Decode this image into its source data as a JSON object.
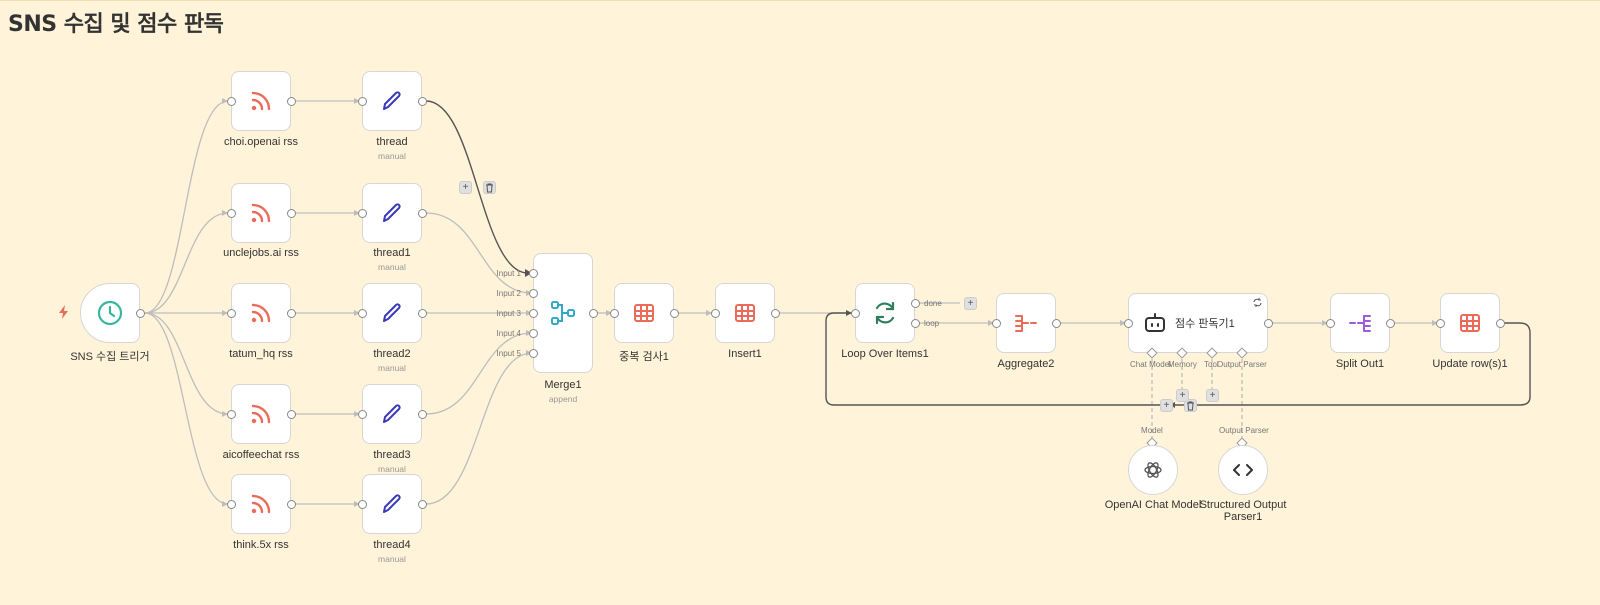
{
  "workflow": {
    "title": "SNS 수집 및 점수 판독"
  },
  "nodes": {
    "trigger": {
      "label": "SNS 수집 트리거"
    },
    "rss1": {
      "label": "choi.openai rss"
    },
    "rss2": {
      "label": "unclejobs.ai rss"
    },
    "rss3": {
      "label": "tatum_hq rss"
    },
    "rss4": {
      "label": "aicoffeechat rss"
    },
    "rss5": {
      "label": "think.5x rss"
    },
    "thread0": {
      "label": "thread",
      "sub": "manual"
    },
    "thread1": {
      "label": "thread1",
      "sub": "manual"
    },
    "thread2": {
      "label": "thread2",
      "sub": "manual"
    },
    "thread3": {
      "label": "thread3",
      "sub": "manual"
    },
    "thread4": {
      "label": "thread4",
      "sub": "manual"
    },
    "merge": {
      "label": "Merge1",
      "sub": "append",
      "inputs": [
        "Input 1",
        "Input 2",
        "Input 3",
        "Input 4",
        "Input 5"
      ]
    },
    "dup": {
      "label": "중복 검사1"
    },
    "insert": {
      "label": "Insert1"
    },
    "loop": {
      "label": "Loop Over Items1",
      "out_done": "done",
      "out_loop": "loop"
    },
    "aggregate": {
      "label": "Aggregate2"
    },
    "agent": {
      "label": "점수 판독기1",
      "ports": [
        "Chat Model",
        "Memory",
        "Tool",
        "Output Parser"
      ]
    },
    "split": {
      "label": "Split Out1"
    },
    "update": {
      "label": "Update row(s)1"
    },
    "openai": {
      "label": "OpenAI Chat Model",
      "port_label": "Model"
    },
    "parser": {
      "label": "Structured Output Parser1",
      "port_label": "Output Parser"
    }
  },
  "edge_tools": {
    "add": "+",
    "delete": "🗑"
  },
  "colors": {
    "background": "#fff4d9",
    "rss": "#ea6b5a",
    "thread": "#3a3ab8",
    "merge": "#35a8c9",
    "table": "#ea6b5a",
    "loop": "#2e7d5b",
    "trigger": "#38b59e",
    "split": "#9c5bd8",
    "edge": "#bdbdbd",
    "edge_active": "#555555"
  }
}
